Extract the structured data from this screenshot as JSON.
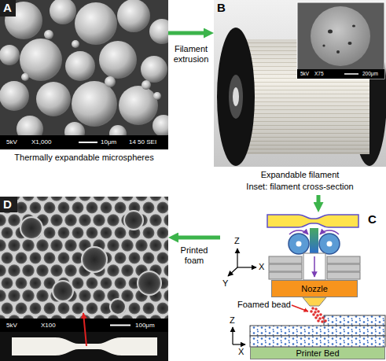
{
  "diagram": {
    "nodes": [
      {
        "text": [
          "A",
          "Thermally expandable microspheres"
        ]
      },
      {
        "text": [
          "B",
          "Expandable filament",
          "Inset: filament cross-section"
        ]
      },
      {
        "text": [
          "C"
        ]
      },
      {
        "text": [
          "Nozzle"
        ],
        "in": 2
      },
      {
        "text": [
          "Printer Bed"
        ],
        "in": 2
      },
      {
        "text": [
          "D"
        ]
      }
    ],
    "edges": [
      {
        "from": 0,
        "to": 1,
        "arrow": "to",
        "label": "Filament extrusion"
      },
      {
        "from": 1,
        "to": 2,
        "arrow": "to"
      },
      {
        "from": 2,
        "to": 5,
        "arrow": "to",
        "label": "Printed foam"
      }
    ],
    "labels": [
      "5kV",
      "X1,000",
      "10μm",
      "14 50 SEI",
      "5kV",
      "X75",
      "200μm",
      "Z",
      "X",
      "Y",
      "Foamed bead",
      "Z",
      "X",
      "5kV",
      "X100",
      "100μm"
    ]
  }
}
